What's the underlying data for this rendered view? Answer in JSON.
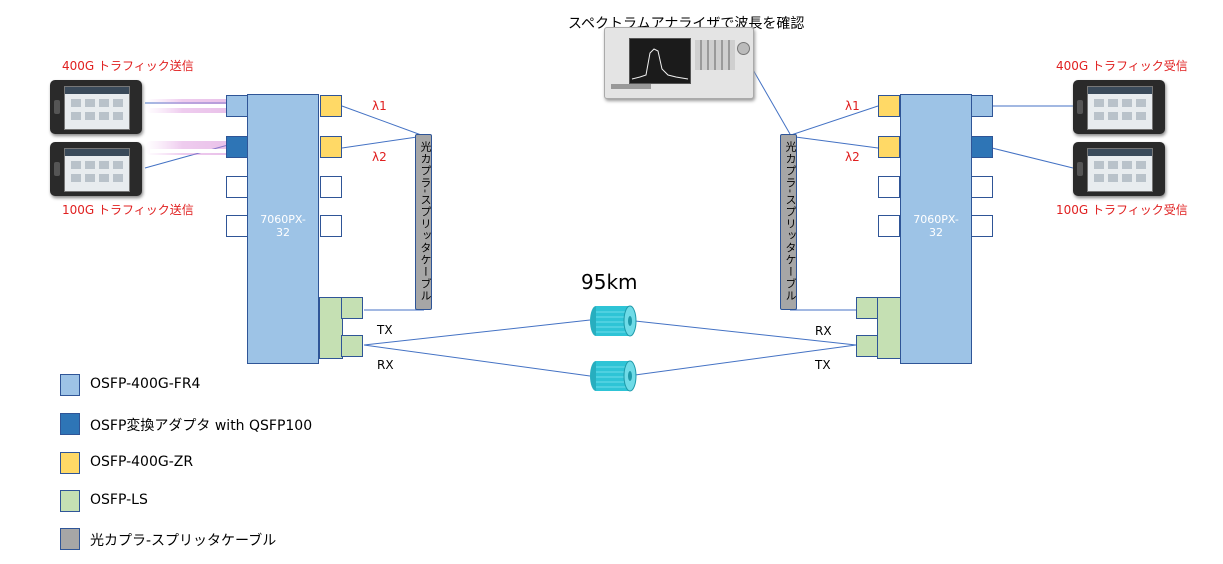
{
  "title": "スペクトラムアナライザで波長を確認",
  "left": {
    "tx400": "400G トラフィック送信",
    "tx100": "100G トラフィック送信",
    "switch_name": "7060PX-32",
    "lambda1": "λ1",
    "lambda2": "λ2",
    "tx": "TX",
    "rx": "RX"
  },
  "right": {
    "rx400": "400G トラフィック受信",
    "rx100": "100G トラフィック受信",
    "switch_name": "7060PX-32",
    "lambda1": "λ1",
    "lambda2": "λ2",
    "rx": "RX",
    "tx": "TX"
  },
  "splitter_label": "光カプラ-スプリッタケーブル",
  "distance": "95km",
  "legend": [
    {
      "label": "OSFP-400G-FR4",
      "color": "#9dc3e6"
    },
    {
      "label": "OSFP変換アダプタ with QSFP100",
      "color": "#2e75b6"
    },
    {
      "label": "OSFP-400G-ZR",
      "color": "#ffd966"
    },
    {
      "label": "OSFP-LS",
      "color": "#c5e0b3"
    },
    {
      "label": "光カプラ-スプリッタケーブル",
      "color": "#a6a6a6"
    }
  ],
  "colors": {
    "line": "#4472c4",
    "accent_red": "#e02020",
    "fiber": "#2ec4d6"
  },
  "icons": [
    "tester-device-icon",
    "spectrum-analyzer-icon",
    "fiber-spool-icon",
    "traffic-arrow-icon"
  ]
}
